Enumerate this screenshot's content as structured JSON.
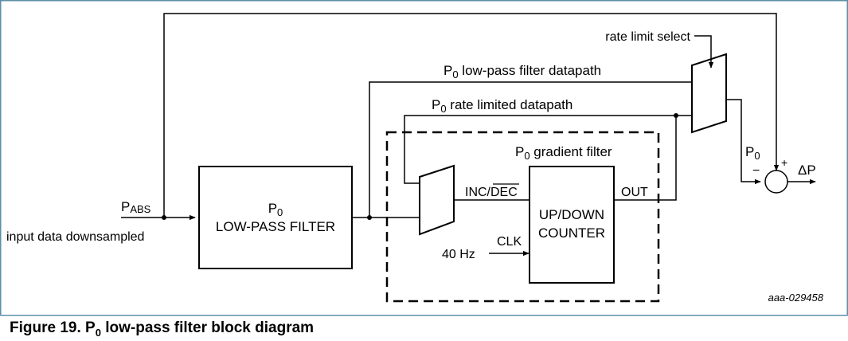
{
  "diagram": {
    "frame_color": "#5b8fa8",
    "labels": {
      "pabs_main": "P",
      "pabs_sub": "ABS",
      "input_note": "input data downsampled",
      "lpf_line1_main": "P",
      "lpf_line1_sub": "0",
      "lpf_line2": "LOW-PASS FILTER",
      "lpf_path_pre": "P",
      "lpf_path_sub": "0",
      "lpf_path_post": " low-pass filter datapath",
      "rate_path_pre": "P",
      "rate_path_sub": "0",
      "rate_path_post": " rate limited datapath",
      "grad_pre": "P",
      "grad_sub": "0",
      "grad_post": " gradient filter",
      "rate_limit_select": "rate limit select",
      "inc": "INC/",
      "dec": "DEC",
      "out": "OUT",
      "counter_line1": "UP/DOWN",
      "counter_line2": "COUNTER",
      "clk": "CLK",
      "freq": "40 Hz",
      "p0_main": "P",
      "p0_sub": "0",
      "minus": "−",
      "plus": "+",
      "delta_p": "ΔP",
      "fig_id": "aaa-029458"
    }
  },
  "caption": {
    "prefix": "Figure 19.  P",
    "sub": "0",
    "suffix": " low-pass filter block diagram"
  }
}
